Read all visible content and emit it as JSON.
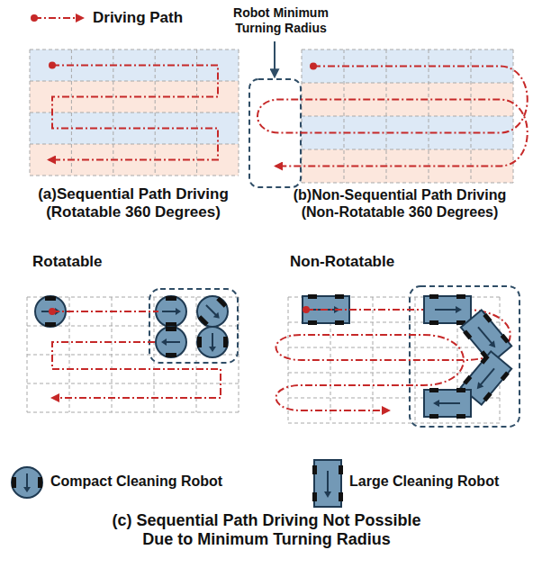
{
  "diagram": {
    "labels": [
      "Robot Minimum Turning Radius",
      "(a)Sequential Path Driving (Rotatable 360 Degrees)",
      "(b)Non-Sequential Path Driving (Non-Rotatable 360 Degrees)",
      "Rotatable",
      "Non-Rotatable",
      "(c) Sequential Path Driving Not Possible Due to Minimum Turning Radius"
    ],
    "legend": [
      {
        "text": "Driving Path"
      },
      {
        "text": "Compact Cleaning Robot"
      },
      {
        "text": "Large Cleaning Robot"
      }
    ]
  }
}
